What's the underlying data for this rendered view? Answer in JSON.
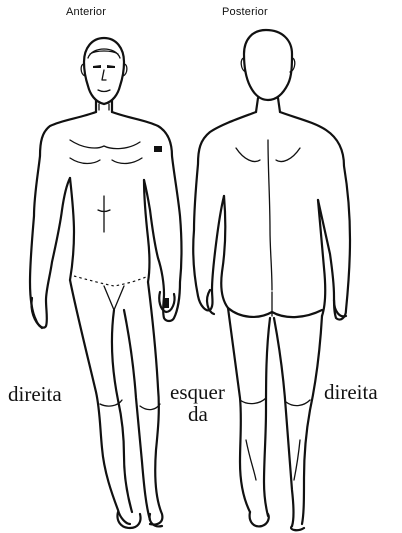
{
  "views": {
    "anterior_title": "Anterior",
    "posterior_title": "Posterior"
  },
  "labels": {
    "anterior_right": "direita",
    "left_line1": "esquer",
    "left_line2": "da",
    "posterior_right": "direita"
  },
  "colors": {
    "ink": "#111111",
    "background": "#ffffff"
  }
}
